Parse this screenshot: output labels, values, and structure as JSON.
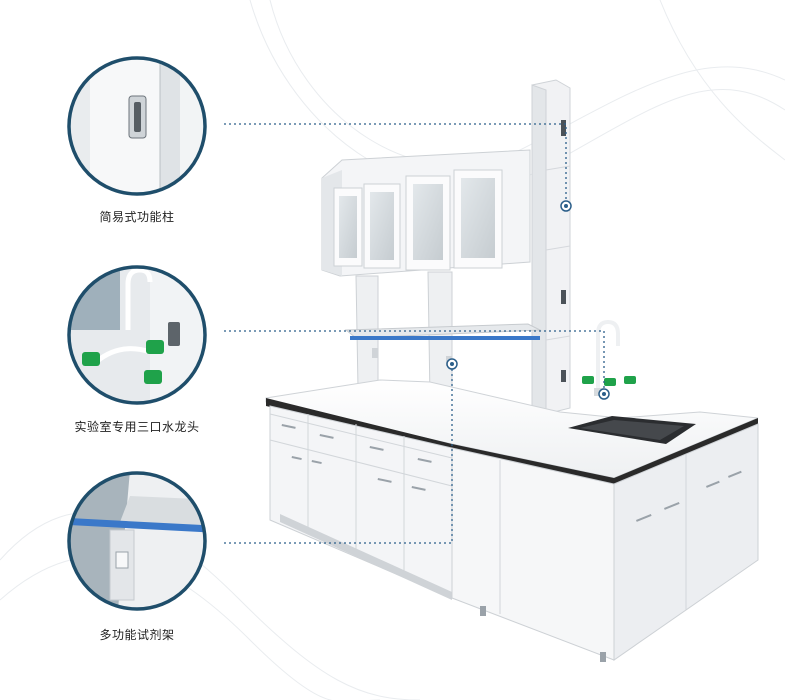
{
  "callouts": [
    {
      "label": "简易式功能柱",
      "icon": "column-handle"
    },
    {
      "label": "实验室专用三口水龙头",
      "icon": "three-way-faucet"
    },
    {
      "label": "多功能试剂架",
      "icon": "reagent-shelf"
    }
  ],
  "colors": {
    "ring": "#1f4e6b",
    "leader": "#2c5f8a",
    "worktop_edge": "#2a2a2a",
    "accent_blue": "#3a78c9",
    "valve_green": "#1fa24a",
    "cabinet": "#f4f5f7"
  }
}
